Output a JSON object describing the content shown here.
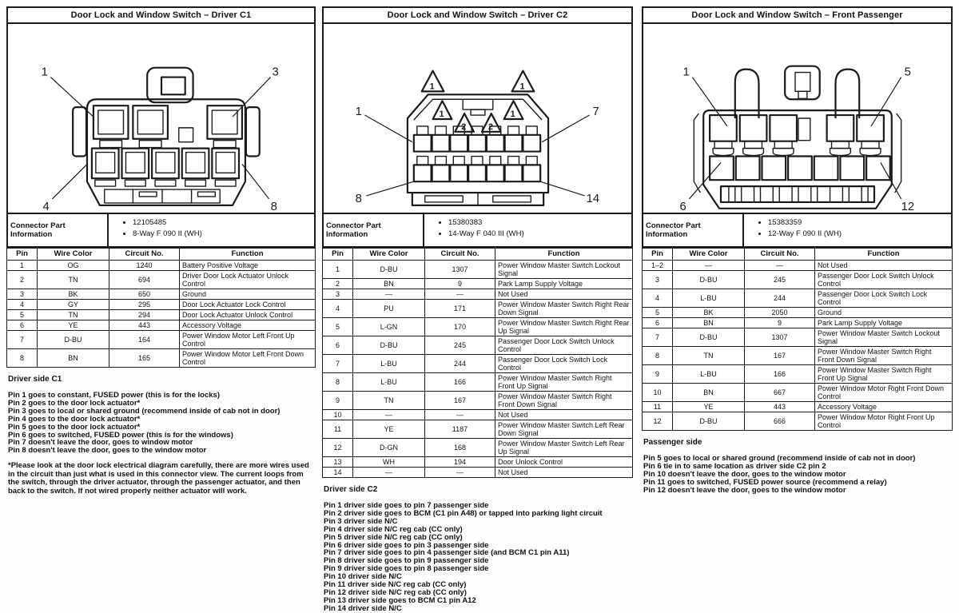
{
  "panels": [
    {
      "title": "Door Lock and Window Switch – Driver C1",
      "part_label": "Connector Part Information",
      "part_items": [
        "12105485",
        "8-Way F 090 II (WH)"
      ],
      "callouts": [
        "1",
        "3",
        "4",
        "8"
      ],
      "table": {
        "headers": [
          "Pin",
          "Wire Color",
          "Circuit No.",
          "Function"
        ],
        "rows": [
          [
            "1",
            "OG",
            "1240",
            "Battery Positive Voltage"
          ],
          [
            "2",
            "TN",
            "694",
            "Driver Door Lock Actuator Unlock Control"
          ],
          [
            "3",
            "BK",
            "650",
            "Ground"
          ],
          [
            "4",
            "GY",
            "295",
            "Door Lock Actuator Lock Control"
          ],
          [
            "5",
            "TN",
            "294",
            "Door Lock Actuator Unlock Control"
          ],
          [
            "6",
            "YE",
            "443",
            "Accessory Voltage"
          ],
          [
            "7",
            "D-BU",
            "164",
            "Power Window Motor Left Front Up Control"
          ],
          [
            "8",
            "BN",
            "165",
            "Power Window Motor Left Front Down Control"
          ]
        ]
      },
      "notes_heading": "Driver side C1",
      "notes_lines": [
        "Pin 1 goes to constant, FUSED power (this is for the locks)",
        "Pin 2 goes to the door lock actuator*",
        "Pin 3 goes to local or shared ground (recommend inside of cab not in door)",
        "Pin 4 goes to the door lock actuator*",
        "Pin 5 goes to the door lock actuator*",
        "Pin 6 goes to switched, FUSED power (this is for the windows)",
        "Pin 7 doesn't leave the door, goes to window motor",
        "Pin 8 doesn't leave the door, goes to the window motor"
      ],
      "footnote": "*Please look at the door lock electrical diagram carefully, there are more wires used in the circuit than just what is used in this connector view. The current loops from the switch, through the driver actuator, through the passenger actuator, and then back to the switch. If not wired properly neither actuator will work."
    },
    {
      "title": "Door Lock and Window Switch – Driver C2",
      "part_label": "Connector Part Information",
      "part_items": [
        "15380383",
        "14-Way F 040 III (WH)"
      ],
      "callouts": [
        "1",
        "7",
        "8",
        "14"
      ],
      "keying": [
        "1",
        "1",
        "1",
        "1",
        "2",
        "2"
      ],
      "table": {
        "headers": [
          "Pin",
          "Wire Color",
          "Circuit No.",
          "Function"
        ],
        "rows": [
          [
            "1",
            "D-BU",
            "1307",
            "Power Window Master Switch Lockout Signal"
          ],
          [
            "2",
            "BN",
            "9",
            "Park Lamp Supply Voltage"
          ],
          [
            "3",
            "—",
            "—",
            "Not Used"
          ],
          [
            "4",
            "PU",
            "171",
            "Power Window Master Switch Right Rear Down Signal"
          ],
          [
            "5",
            "L-GN",
            "170",
            "Power Window Master Switch Right Rear Up Signal"
          ],
          [
            "6",
            "D-BU",
            "245",
            "Passenger Door Lock Switch Unlock Control"
          ],
          [
            "7",
            "L-BU",
            "244",
            "Passenger Door Lock Switch Lock Control"
          ],
          [
            "8",
            "L-BU",
            "166",
            "Power Window Master Switch Right Front Up Signal"
          ],
          [
            "9",
            "TN",
            "167",
            "Power Window Master Switch Right Front Down Signal"
          ],
          [
            "10",
            "—",
            "—",
            "Not Used"
          ],
          [
            "11",
            "YE",
            "1187",
            "Power Window Master Switch Left Rear Down Signal"
          ],
          [
            "12",
            "D-GN",
            "168",
            "Power Window Master Switch Left Rear Up Signal"
          ],
          [
            "13",
            "WH",
            "194",
            "Door Unlock Control"
          ],
          [
            "14",
            "—",
            "—",
            "Not Used"
          ]
        ]
      },
      "notes_heading": "Driver side C2",
      "notes_lines": [
        "Pin 1 driver side goes to pin 7 passenger side",
        "Pin 2 driver side goes to BCM (C1 pin A48) or tapped into parking light circuit",
        "Pin 3 driver side N/C",
        "Pin 4 driver side N/C reg cab (CC only)",
        "Pin 5 driver side N/C reg cab (CC only)",
        "Pin 6 driver side goes to pin 3 passenger side",
        "Pin 7 driver side goes to pin 4 passenger side (and BCM C1 pin A11)",
        "Pin 8 driver side goes to pin 9 passenger side",
        "Pin 9 driver side goes to pin 8 passenger side",
        "Pin 10 driver side N/C",
        "Pin 11 driver side N/C reg cab (CC only)",
        "Pin 12 driver side N/C reg cab (CC only)",
        "Pin 13 driver side goes to BCM C1 pin A12",
        "Pin 14 driver side N/C"
      ],
      "footnote": ""
    },
    {
      "title": "Door Lock and Window Switch – Front Passenger",
      "part_label": "Connector Part Information",
      "part_items": [
        "15383359",
        "12-Way F 090 II (WH)"
      ],
      "callouts": [
        "1",
        "5",
        "6",
        "12"
      ],
      "table": {
        "headers": [
          "Pin",
          "Wire Color",
          "Circuit No.",
          "Function"
        ],
        "rows": [
          [
            "1–2",
            "—",
            "—",
            "Not Used"
          ],
          [
            "3",
            "D-BU",
            "245",
            "Passenger Door Lock Switch Unlock Control"
          ],
          [
            "4",
            "L-BU",
            "244",
            "Passenger Door Lock Switch Lock Control"
          ],
          [
            "5",
            "BK",
            "2050",
            "Ground"
          ],
          [
            "6",
            "BN",
            "9",
            "Park Lamp Supply Voltage"
          ],
          [
            "7",
            "D-BU",
            "1307",
            "Power Window Master Switch Lockout Signal"
          ],
          [
            "8",
            "TN",
            "167",
            "Power Window Master Switch Right Front Down Signal"
          ],
          [
            "9",
            "L-BU",
            "166",
            "Power Window Master Switch Right Front Up Signal"
          ],
          [
            "10",
            "BN",
            "667",
            "Power Window Motor Right Front Down Control"
          ],
          [
            "11",
            "YE",
            "443",
            "Accessory Voltage"
          ],
          [
            "12",
            "D-BU",
            "666",
            "Power Window Motor Right Front Up Control"
          ]
        ]
      },
      "notes_heading": "Passenger side",
      "notes_lines": [
        "Pin 5 goes to local or shared ground (recommend inside of cab not in door)",
        "Pin 6 tie in to same location as driver side C2 pin 2",
        "Pin 10 doesn't leave the door, goes to the window motor",
        "Pin 11 goes to switched, FUSED power source (recommend a relay)",
        "Pin 12 doesn't leave the door, goes to the window motor"
      ],
      "footnote": ""
    }
  ],
  "colors": {
    "ink": "#1a1a1a",
    "paper": "#ffffff"
  }
}
